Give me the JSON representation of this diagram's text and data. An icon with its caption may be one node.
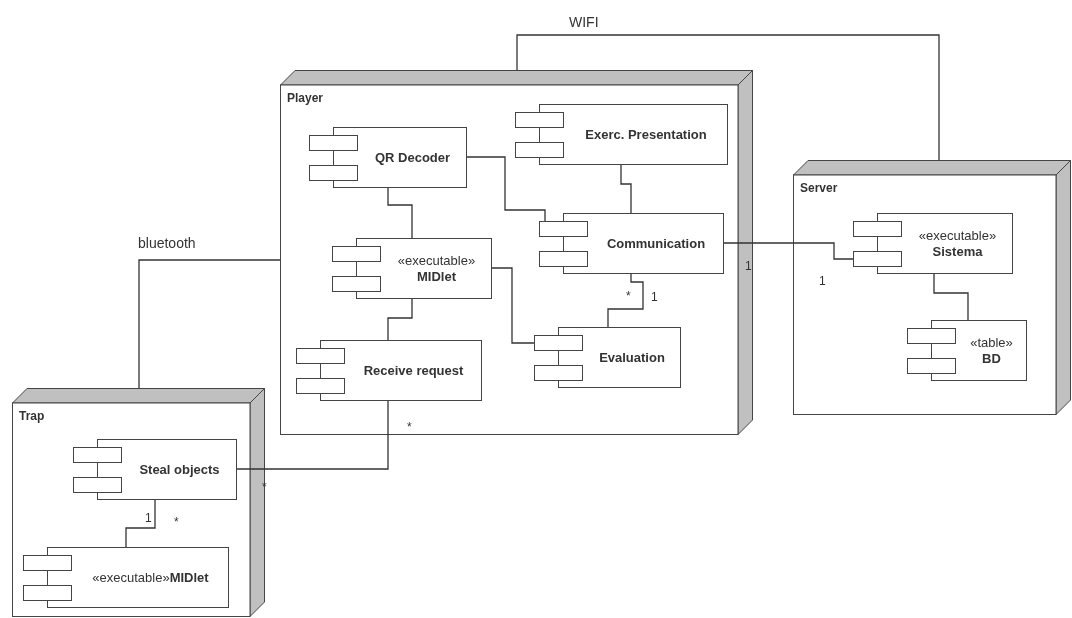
{
  "diagram": {
    "nodes": [
      {
        "text": [
          "Player"
        ]
      },
      {
        "text": [
          "QR Decoder"
        ],
        "in": 0
      },
      {
        "text": [
          "Exerc. Presentation"
        ],
        "in": 0
      },
      {
        "text": [
          "«executable»",
          "MIDlet"
        ],
        "in": 0
      },
      {
        "text": [
          "Communication"
        ],
        "in": 0
      },
      {
        "text": [
          "Receive request"
        ],
        "in": 0
      },
      {
        "text": [
          "Evaluation"
        ],
        "in": 0
      },
      {
        "text": [
          "Server"
        ]
      },
      {
        "text": [
          "«executable»",
          "Sistema"
        ],
        "in": 7
      },
      {
        "text": [
          "«table»",
          "BD"
        ],
        "in": 7
      },
      {
        "text": [
          "Trap"
        ]
      },
      {
        "text": [
          "Steal objects"
        ],
        "in": 10
      },
      {
        "text": [
          "«executable»**MIDlet**"
        ],
        "in": 10
      }
    ],
    "edges": [
      {
        "from": 1,
        "to": 3,
        "arrow": "none"
      },
      {
        "from": 1,
        "to": 4,
        "arrow": "none"
      },
      {
        "from": 2,
        "to": 4,
        "arrow": "none"
      },
      {
        "from": 3,
        "to": 5,
        "arrow": "none"
      },
      {
        "from": 3,
        "to": 6,
        "arrow": "none"
      },
      {
        "from": 4,
        "to": 6,
        "arrow": "none"
      },
      {
        "from": 4,
        "to": 8,
        "arrow": "none"
      },
      {
        "from": 8,
        "to": 9,
        "arrow": "none"
      },
      {
        "from": 0,
        "to": 7,
        "arrow": "none",
        "label": "WIFI"
      },
      {
        "from": 0,
        "to": 10,
        "arrow": "none",
        "label": "bluetooth"
      },
      {
        "from": 5,
        "to": 11,
        "arrow": "none"
      },
      {
        "from": 11,
        "to": 12,
        "arrow": "none"
      }
    ],
    "labels": [
      "1",
      "1",
      "*",
      "1",
      "*",
      "*",
      "1",
      "*"
    ]
  }
}
